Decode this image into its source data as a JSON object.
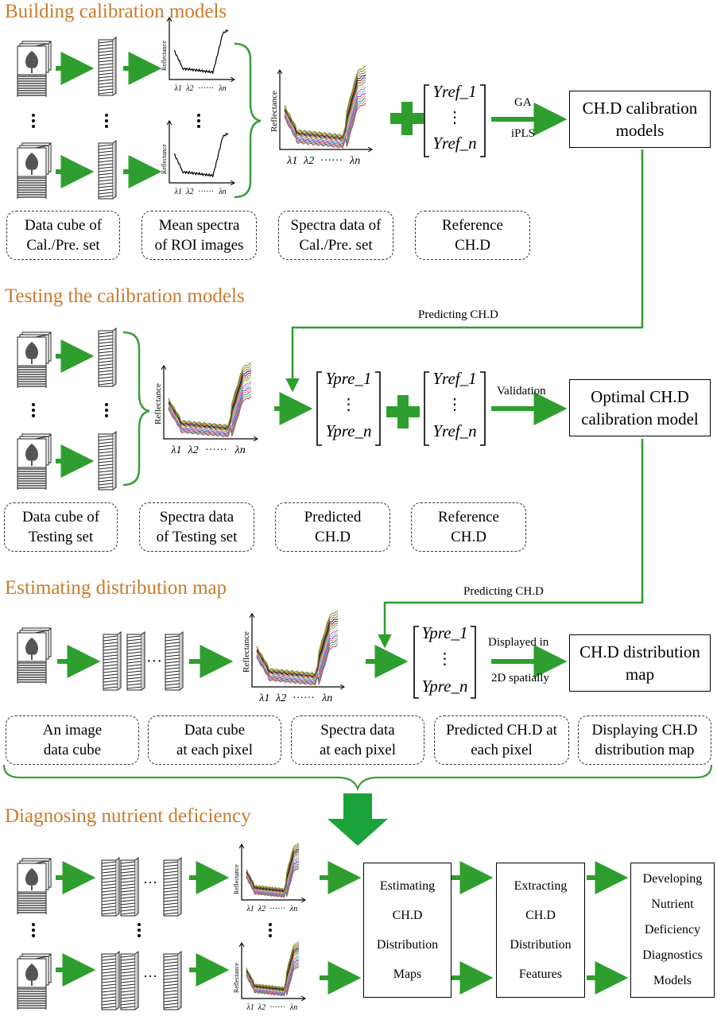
{
  "sections": {
    "building": "Building calibration models",
    "testing": "Testing the calibration models",
    "estimating": "Estimating distribution map",
    "diagnosing": "Diagnosing nutrient deficiency"
  },
  "plot": {
    "ylabel": "Reflectance",
    "x1": "λ1",
    "x2": "λ2",
    "dots": "······",
    "xn": "λn"
  },
  "matrix": {
    "ref_top": "Yref_1",
    "ref_bottom": "Yref_n",
    "pre_top": "Ypre_1",
    "pre_bottom": "Ypre_n",
    "vdots": "⋮"
  },
  "building": {
    "labels": [
      "Data cube of\nCal./Pre. set",
      "Mean spectra\nof ROI images",
      "Spectra data of\nCal./Pre. set",
      "Reference\nCH.D"
    ],
    "arrow_top": "GA",
    "arrow_bottom": "iPLS",
    "result": "CH.D calibration\nmodels"
  },
  "testing": {
    "predicting": "Predicting CH.D",
    "labels": [
      "Data cube of\nTesting set",
      "Spectra data\nof Testing set",
      "Predicted\nCH.D",
      "Reference\nCH.D"
    ],
    "arrow_top": "Validation",
    "result": "Optimal CH.D\ncalibration model"
  },
  "estimating": {
    "predicting": "Predicting CH.D",
    "labels": [
      "An image\ndata cube",
      "Data cube\nat each pixel",
      "Spectra data\nat each pixel",
      "Predicted CH.D at\neach pixel",
      "Displaying CH.D\ndistribution map"
    ],
    "arrow_top": "Displayed in",
    "arrow_bottom": "2D spatially",
    "result": "CH.D distribution\nmap"
  },
  "diagnosing": {
    "box1": "Estimating\nCH.D\nDistribution\nMaps",
    "box2": "Extracting\nCH.D\nDistribution\nFeatures",
    "box3": "Developing\nNutrient\nDeficiency\nDiagnostics\nModels"
  },
  "colors": {
    "arrow": "#2e9e2e",
    "section_title": "#cc7a2a"
  }
}
